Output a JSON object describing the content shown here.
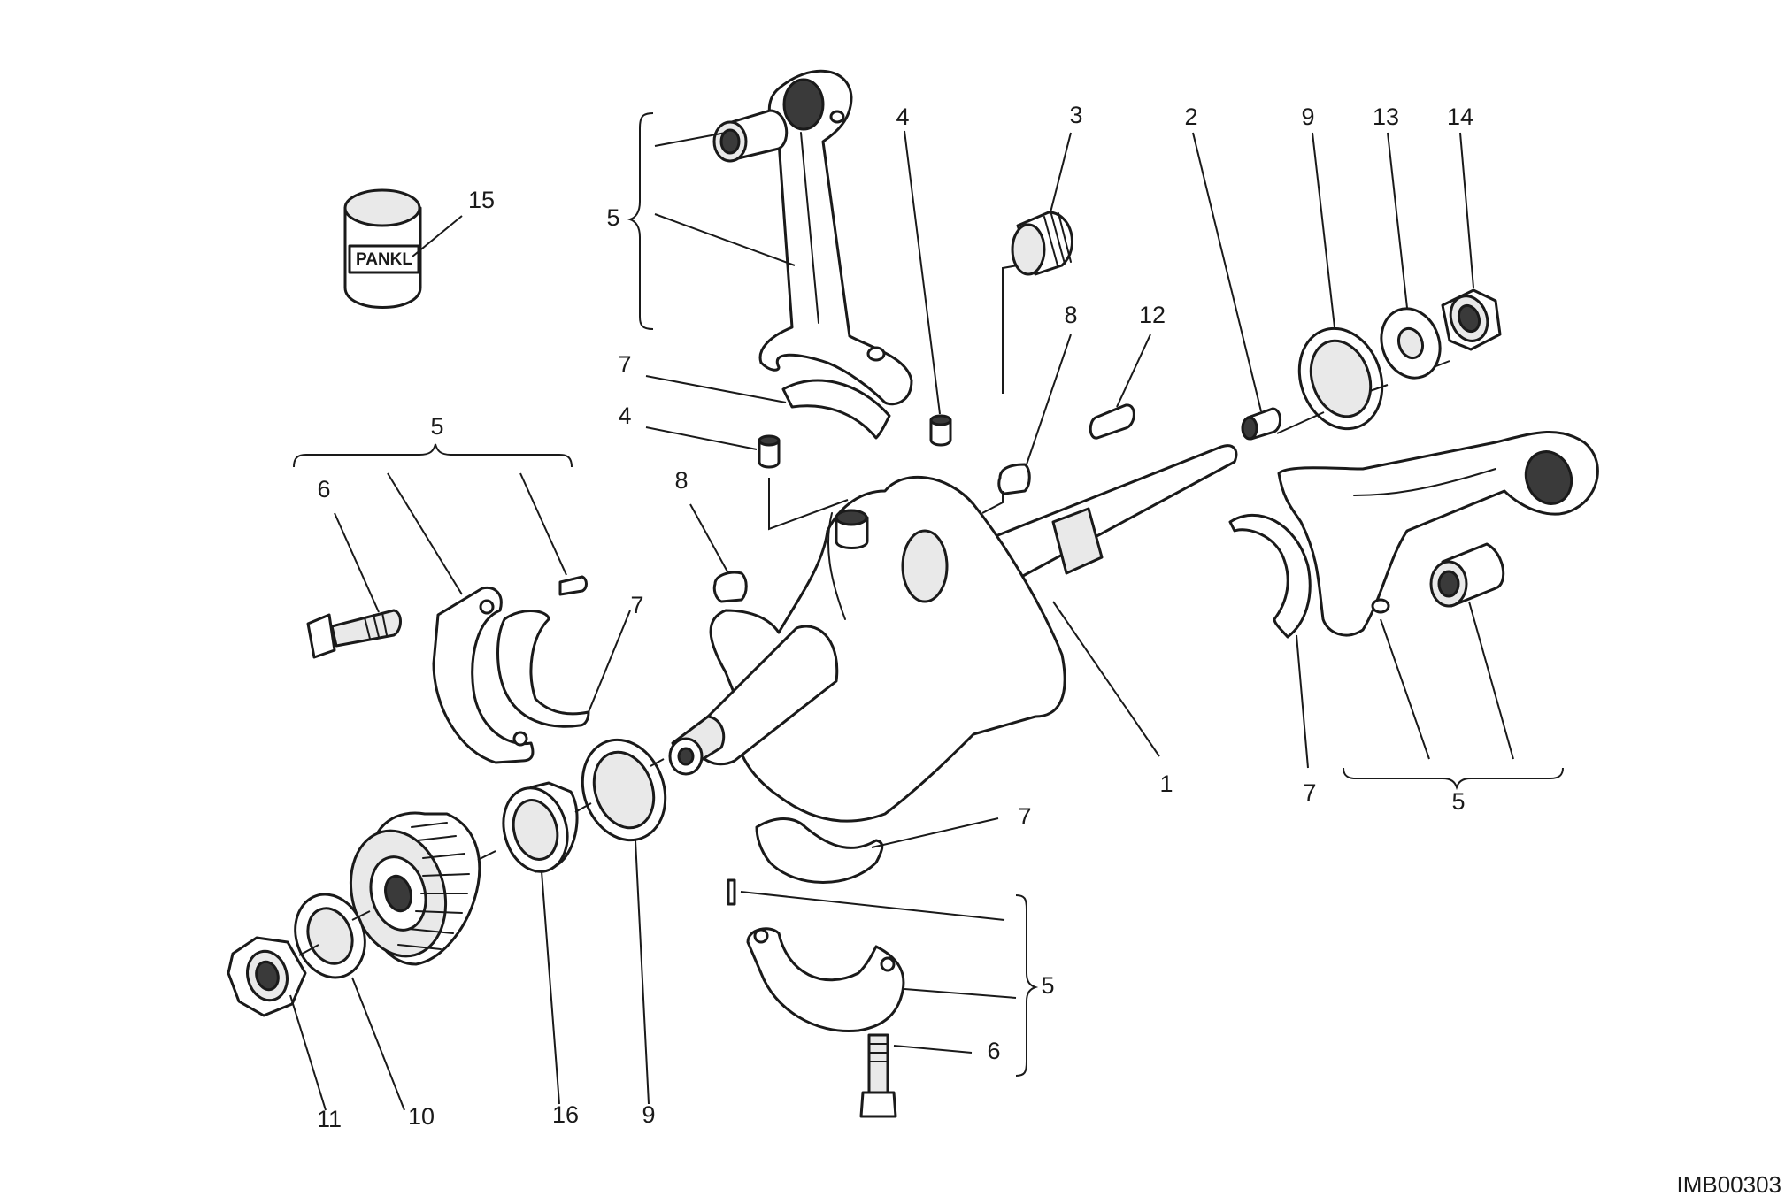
{
  "diagram": {
    "code": "IMB00303",
    "brand_text": "PANKL",
    "callouts": [
      "5",
      "15",
      "4",
      "3",
      "2",
      "9",
      "13",
      "14",
      "5",
      "7",
      "4",
      "8",
      "12",
      "6",
      "8",
      "7",
      "1",
      "7",
      "5",
      "7",
      "5",
      "6",
      "11",
      "10",
      "16",
      "9"
    ]
  }
}
